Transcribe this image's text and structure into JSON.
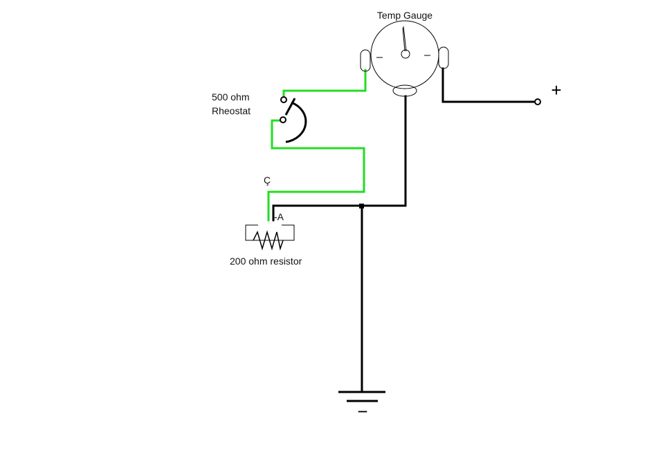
{
  "labels": {
    "gauge": "Temp Gauge",
    "rheostat_line1": "500 ohm",
    "rheostat_line2": "Rheostat",
    "resistor": "200 ohm resistor",
    "point_c": "Ç",
    "point_a": "-A",
    "plus": "+",
    "minus": "−"
  },
  "colors": {
    "adjustable_wire": "#22dd22",
    "wire": "#000000"
  }
}
